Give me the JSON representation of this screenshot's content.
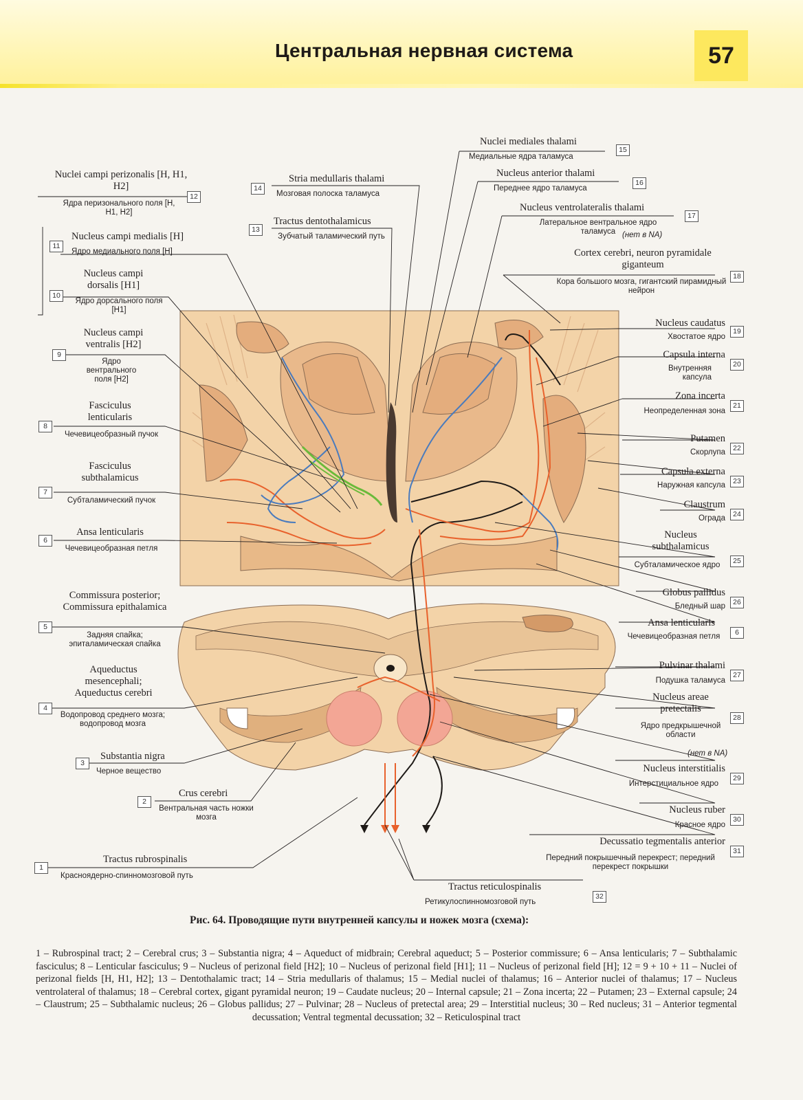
{
  "header": {
    "running_title": "Центральная нервная система",
    "page_number": "57"
  },
  "colors": {
    "header_band": "#fff4a8",
    "page_number_box": "#fde85e",
    "pathway_orange": "#e8612c",
    "pathway_blue": "#4a7bbd",
    "pathway_green": "#6aba3a",
    "pathway_black": "#1e1a17",
    "tissue": "#f1cc9f",
    "tissue_dark": "#d9a879",
    "red_nucleus": "#f3a695"
  },
  "labels": {
    "l1": {
      "num": "1",
      "latin": "Tractus rubrospinalis",
      "russian": "Красноядерно-спинномозговой путь"
    },
    "l2": {
      "num": "2",
      "latin": "Crus cerebri",
      "russian": "Вентральная часть ножки мозга"
    },
    "l3": {
      "num": "3",
      "latin": "Substantia nigra",
      "russian": "Черное вещество"
    },
    "l4": {
      "num": "4",
      "latin": "Aqueductus mesencephali; Aqueductus cerebri",
      "russian": "Водопровод среднего мозга; водопровод мозга"
    },
    "l5": {
      "num": "5",
      "latin": "Commissura posterior; Commissura epithalamica",
      "russian": "Задняя спайка; эпиталамическая спайка"
    },
    "l6": {
      "num": "6",
      "latin": "Ansa lenticularis",
      "russian": "Чечевицеобразная петля"
    },
    "l6b": {
      "num": "6",
      "latin": "Ansa lenticularis",
      "russian": "Чечевицеобразная петля"
    },
    "l7": {
      "num": "7",
      "latin": "Fasciculus subthalamicus",
      "russian": "Субталамический пучок"
    },
    "l8": {
      "num": "8",
      "latin": "Fasciculus lenticularis",
      "russian": "Чечевицеобразный пучок"
    },
    "l9": {
      "num": "9",
      "latin": "Nucleus campi ventralis [H2]",
      "russian": "Ядро вентрального поля [H2]"
    },
    "l10": {
      "num": "10",
      "latin": "Nucleus campi dorsalis [H1]",
      "russian": "Ядро дорсального поля [H1]"
    },
    "l11": {
      "num": "11",
      "latin": "Nucleus campi medialis [H]",
      "russian": "Ядро медиального поля [H]"
    },
    "l12": {
      "num": "12",
      "latin": "Nuclei campi perizonalis [H, H1, H2]",
      "russian": "Ядра перизонального поля [H, H1, H2]"
    },
    "l13": {
      "num": "13",
      "latin": "Tractus dentothalamicus",
      "russian": "Зубчатый таламический путь"
    },
    "l14": {
      "num": "14",
      "latin": "Stria medullaris thalami",
      "russian": "Мозговая полоска таламуса"
    },
    "l15": {
      "num": "15",
      "latin": "Nuclei mediales thalami",
      "russian": "Медиальные ядра таламуса"
    },
    "l16": {
      "num": "16",
      "latin": "Nucleus anterior thalami",
      "russian": "Переднее ядро таламуса"
    },
    "l17": {
      "num": "17",
      "latin": "Nucleus ventrolateralis thalami",
      "russian": "Латеральное вентральное ядро таламуса",
      "russian_note": "(нет в NA)"
    },
    "l18": {
      "num": "18",
      "latin": "Cortex cerebri, neuron pyramidale giganteum",
      "russian": "Кора большого мозга, гигантский пирамидный нейрон"
    },
    "l19": {
      "num": "19",
      "latin": "Nucleus caudatus",
      "russian": "Хвостатое ядро"
    },
    "l20": {
      "num": "20",
      "latin": "Capsula interna",
      "russian": "Внутренняя капсула"
    },
    "l21": {
      "num": "21",
      "latin": "Zona incerta",
      "russian": "Неопределенная зона"
    },
    "l22": {
      "num": "22",
      "latin": "Putamen",
      "russian": "Скорлупа"
    },
    "l23": {
      "num": "23",
      "latin": "Capsula externa",
      "russian": "Наружная капсула"
    },
    "l24": {
      "num": "24",
      "latin": "Claustrum",
      "russian": "Ограда"
    },
    "l25": {
      "num": "25",
      "latin": "Nucleus subthalamicus",
      "russian": "Субталамическое ядро"
    },
    "l26": {
      "num": "26",
      "latin": "Globus pallidus",
      "russian": "Бледный шар"
    },
    "l27": {
      "num": "27",
      "latin": "Pulvinar thalami",
      "russian": "Подушка таламуса"
    },
    "l28": {
      "num": "28",
      "latin": "Nucleus areae pretectalis",
      "russian": "Ядро предкрышечной области",
      "russian_note": "(нет в NA)"
    },
    "l29": {
      "num": "29",
      "latin": "Nucleus interstitialis",
      "russian": "Интерстициальное ядро"
    },
    "l30": {
      "num": "30",
      "latin": "Nucleus ruber",
      "russian": "Красное ядро"
    },
    "l31": {
      "num": "31",
      "latin": "Decussatio tegmentalis anterior",
      "russian": "Передний покрышечный перекрест; передний перекрест покрышки"
    },
    "l32": {
      "num": "32",
      "latin": "Tractus reticulospinalis",
      "russian": "Ретикулоспинномозговой путь"
    }
  },
  "caption": "Рис. 64. Проводящие пути внутренней капсулы и ножек мозга (схема):",
  "legend": "1 – Rubrospinal tract; 2 – Cerebral crus; 3 – Substantia nigra; 4 – Aqueduct of midbrain; Cerebral aqueduct; 5 – Posterior commissure; 6 – Ansa lenticularis; 7 – Subthalamic fasciculus; 8 – Lenticular fasciculus; 9 – Nucleus of perizonal field [H2]; 10 – Nucleus of perizonal field [H1]; 11 – Nucleus of perizonal field [H]; 12 = 9 + 10 + 11 – Nuclei of perizonal fields [H, H1, H2]; 13 – Dentothalamic tract; 14 – Stria medullaris of thalamus; 15 – Medial nuclei of thalamus; 16 – Anterior nuclei of thalamus; 17 – Nucleus ventrolateral of thalamus; 18 – Cerebral cortex, gigant pyramidal neuron; 19 – Caudate nucleus; 20 – Internal capsule; 21 – Zona incerta; 22 – Putamen; 23 – External capsule; 24 – Claustrum; 25 – Subthalamic nucleus; 26 – Globus pallidus; 27 – Pulvinar; 28 – Nucleus of pretectal area; 29 – Interstitial nucleus; 30 – Red nucleus; 31 – Anterior tegmental decussation; Ventral tegmental decussation; 32 – Reticulospinal tract"
}
